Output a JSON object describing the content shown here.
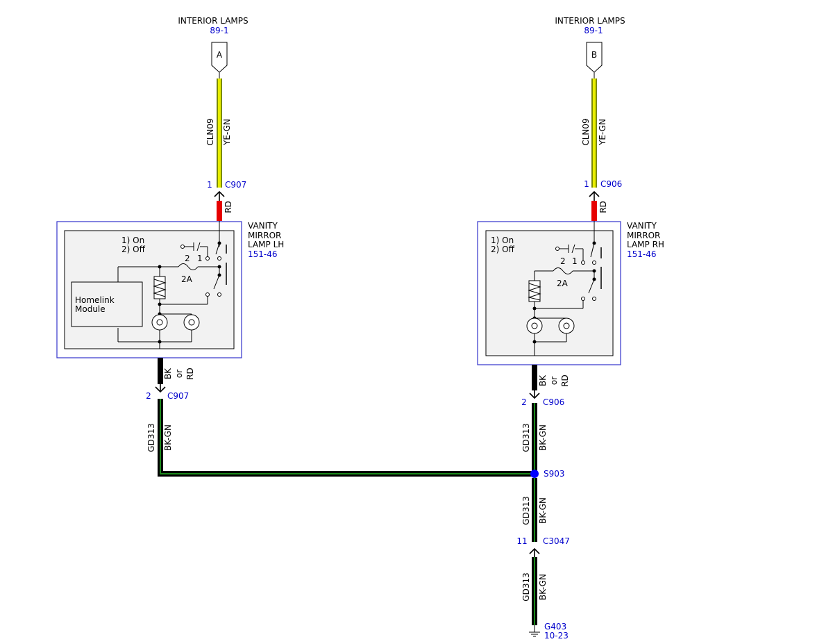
{
  "colors": {
    "ye_gn_outer": "#7a8a00",
    "ye_gn_inner": "#e8ee00",
    "rd": "#e60000",
    "bk": "#000000",
    "bk_gn_stripe": "#1c8a1c",
    "module_border": "#3333cc",
    "module_fill": "#f2f2f2",
    "splice": "#0000ff",
    "ref_text": "#0000cc"
  },
  "top_left": {
    "title": "INTERIOR LAMPS",
    "ref": "89-1",
    "connector_letter": "A",
    "circuit": "CLN09",
    "wire_color": "YE-GN",
    "pin": "1",
    "connector": "C907",
    "wire_color_below": "RD"
  },
  "top_right": {
    "title": "INTERIOR LAMPS",
    "ref": "89-1",
    "connector_letter": "B",
    "circuit": "CLN09",
    "wire_color": "YE-GN",
    "pin": "1",
    "connector": "C906",
    "wire_color_below": "RD"
  },
  "module_lh": {
    "name_lines": [
      "VANITY",
      "MIRROR",
      "LAMP LH"
    ],
    "ref": "151-46",
    "mode_on": "1) On",
    "mode_off": "2) Off",
    "switch_pos_2": "2",
    "switch_pos_1": "1",
    "fuse_rating": "2A",
    "homelink_line1": "Homelink",
    "homelink_line2": "Module"
  },
  "module_rh": {
    "name_lines": [
      "VANITY",
      "MIRROR",
      "LAMP RH"
    ],
    "ref": "151-46",
    "mode_on": "1) On",
    "mode_off": "2) Off",
    "switch_pos_2": "2",
    "switch_pos_1": "1",
    "fuse_rating": "2A"
  },
  "lower_left": {
    "wire_color_lines": [
      "BK",
      "or",
      "RD"
    ],
    "pin": "2",
    "connector": "C907",
    "circuit": "GD313",
    "wire_color": "BK-GN"
  },
  "lower_right": {
    "wire_color_lines": [
      "BK",
      "or",
      "RD"
    ],
    "pin": "2",
    "connector": "C906",
    "circuit_upper": "GD313",
    "wire_color_upper": "BK-GN",
    "splice": "S903",
    "circuit_mid": "GD313",
    "wire_color_mid": "BK-GN",
    "pin_c3047": "11",
    "connector_c3047": "C3047",
    "circuit_low": "GD313",
    "wire_color_low": "BK-GN",
    "ground": "G403",
    "ground_ref": "10-23"
  }
}
